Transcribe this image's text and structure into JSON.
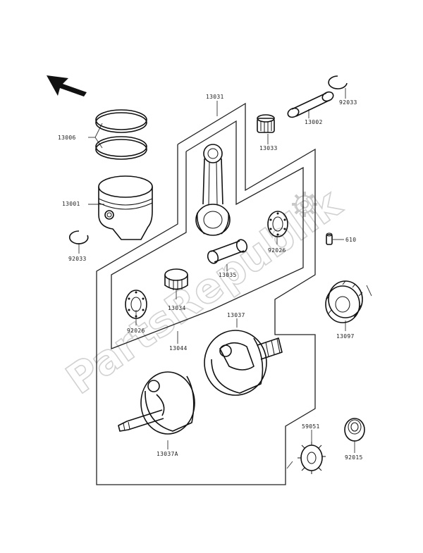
{
  "diagram": {
    "watermark": "PartsRepublik",
    "part_numbers": {
      "p13006": "13006",
      "p13001": "13001",
      "p92033_left": "92033",
      "p13031": "13031",
      "p13033": "13033",
      "p13002": "13002",
      "p92033_right": "92033",
      "p92026_right": "92026",
      "p13035": "13035",
      "p13034": "13034",
      "p92026_left": "92026",
      "p13044": "13044",
      "p13037": "13037",
      "p610": "610",
      "p13097": "13097",
      "p13037A": "13037A",
      "p59051": "59051",
      "p92015": "92015"
    },
    "colors": {
      "line": "#111111",
      "watermark": "#c9c9c9",
      "background": "#ffffff"
    },
    "icons": [
      "direction-arrow-icon",
      "gear-watermark-icon"
    ]
  }
}
